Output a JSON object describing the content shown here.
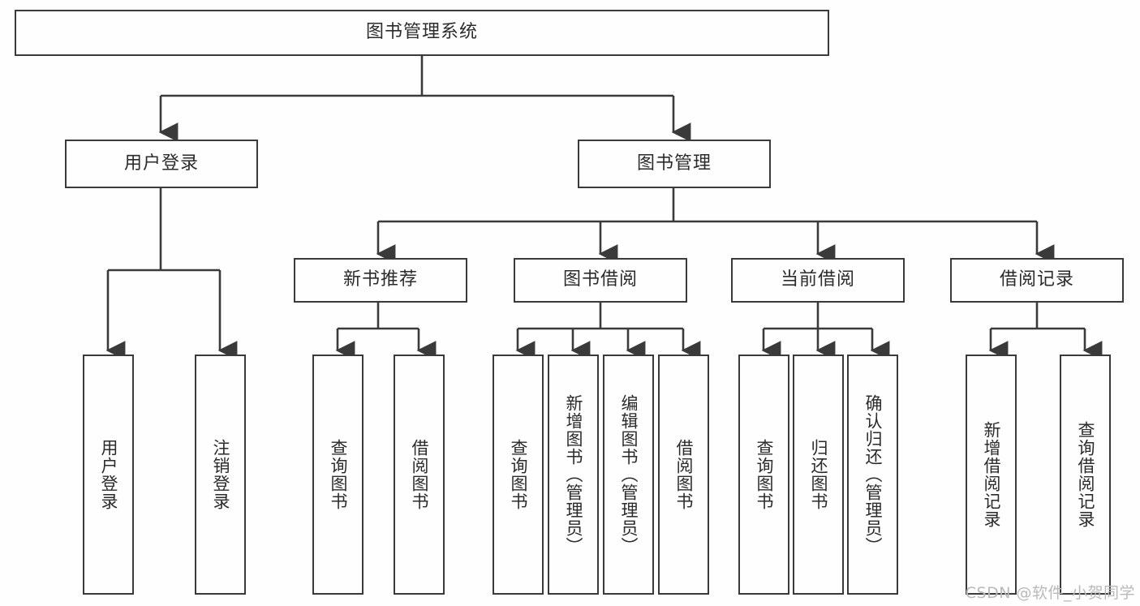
{
  "diagram": {
    "type": "tree",
    "title": "图书管理系统",
    "root": {
      "label": "图书管理系统"
    },
    "level1": [
      {
        "label": "用户登录"
      },
      {
        "label": "图书管理"
      }
    ],
    "level2": [
      {
        "label": "新书推荐"
      },
      {
        "label": "图书借阅"
      },
      {
        "label": "当前借阅"
      },
      {
        "label": "借阅记录"
      }
    ],
    "leaves": {
      "user_login": [
        {
          "label": "用户登录"
        },
        {
          "label": "注销登录"
        }
      ],
      "new_book_recommend": [
        {
          "label": "查询图书"
        },
        {
          "label": "借阅图书"
        }
      ],
      "book_borrow": [
        {
          "label": "查询图书"
        },
        {
          "label": "新增图书（管理员）"
        },
        {
          "label": "编辑图书（管理员）"
        },
        {
          "label": "借阅图书"
        }
      ],
      "current_borrow": [
        {
          "label": "查询图书"
        },
        {
          "label": "归还图书"
        },
        {
          "label": "确认归还（管理员）"
        }
      ],
      "borrow_record": [
        {
          "label": "新增借阅记录"
        },
        {
          "label": "查询借阅记录"
        }
      ]
    }
  },
  "watermark": {
    "text": "CSDN @软件_小贺同学"
  },
  "colors": {
    "stroke": "#3a3a3a",
    "fill": "#fefefe",
    "text": "#2b2b2b",
    "watermark": "#b9b9b9"
  }
}
